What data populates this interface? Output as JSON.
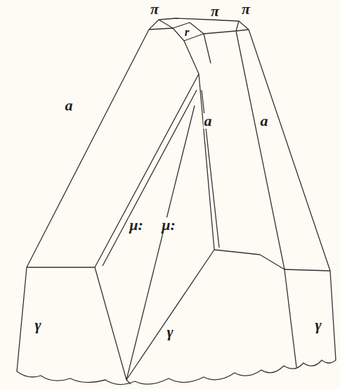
{
  "diagram": {
    "labels": [
      "π",
      "π",
      "π",
      "r",
      "a",
      "a",
      "a",
      "μ:",
      "μ:",
      "γ",
      "γ",
      "γ"
    ]
  }
}
